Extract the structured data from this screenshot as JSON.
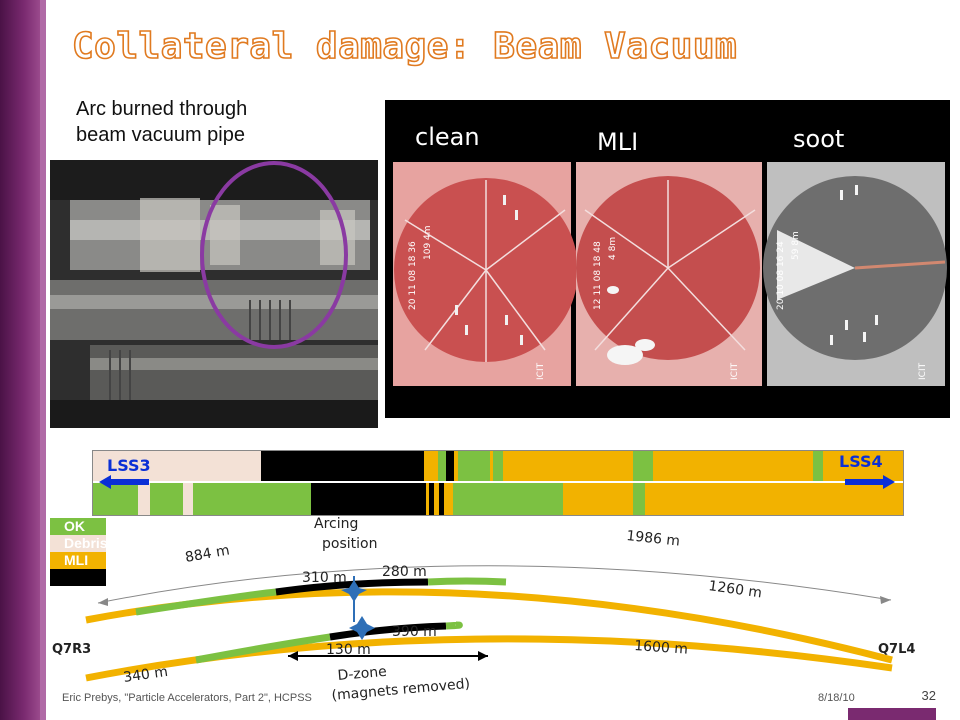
{
  "slide": {
    "title": "Collateral damage: Beam Vacuum",
    "caption_line1": "Arc burned through",
    "caption_line2": "beam vacuum pipe"
  },
  "panels": {
    "labels": [
      "clean",
      "MLI",
      "soot"
    ],
    "timestamps": [
      [
        "20 11 08 18 36",
        "109 4m"
      ],
      [
        "12 11 08 18 48",
        "4 8m"
      ],
      [
        "20 10 08 16 24",
        "59 8m"
      ]
    ],
    "brand": "ICIT"
  },
  "strip": {
    "left_label": "LSS3",
    "right_label": "LSS4"
  },
  "legend": {
    "ok": "OK",
    "debris": "Debris",
    "mli": "MLI"
  },
  "diagram": {
    "arcing_position_line1": "Arcing",
    "arcing_position_line2": "position",
    "dist_884": "884 m",
    "dist_1986": "1986 m",
    "dist_310": "310 m",
    "dist_280": "280 m",
    "dist_1260": "1260 m",
    "dist_130": "130 m",
    "dist_390": "390 m",
    "dist_1600": "1600 m",
    "dist_340": "340 m",
    "q_left": "Q7R3",
    "q_right": "Q7L4",
    "dzone_line1": "D-zone",
    "dzone_line2": "(magnets removed)"
  },
  "footer": {
    "author": "Eric Prebys, \"Particle Accelerators, Part 2\", HCPSS",
    "date": "8/18/10",
    "page": "32"
  },
  "colors": {
    "ok_green": "#7cc142",
    "mli_orange": "#f2b200",
    "debris_pink": "#f3e1d6",
    "arrow_blue": "#0a2fd6",
    "title_orange": "#e07a20"
  }
}
